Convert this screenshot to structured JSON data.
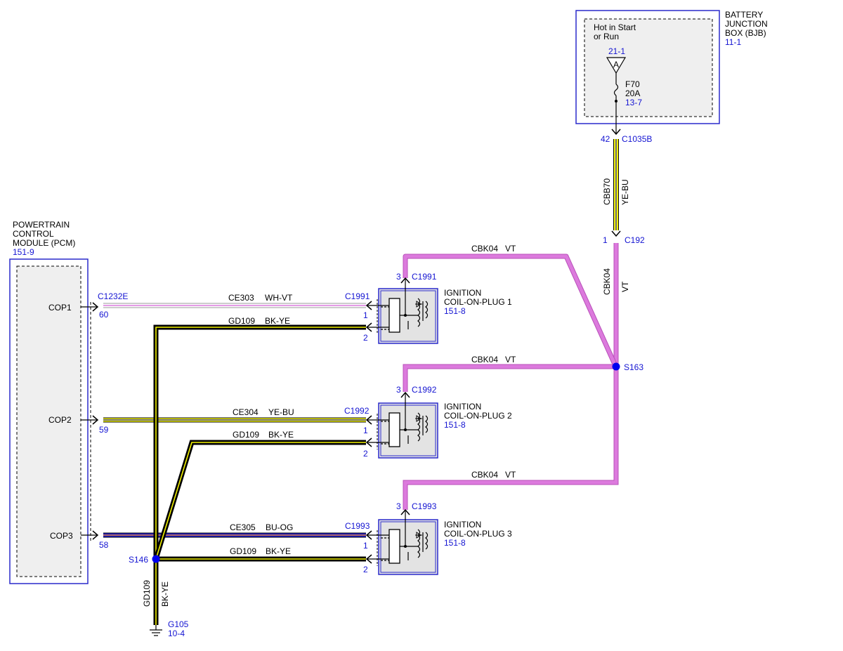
{
  "colors": {
    "ref_text": "#1414d2",
    "module_border": "#2a2acc",
    "module_fill": "#efefef",
    "violet": "#dc7add",
    "violet_dark": "#b850b9",
    "yellow": "#f2f200",
    "black": "#000000",
    "blue": "#1e1ec8",
    "white_wire": "#ffffff",
    "splice": "#0000ee"
  },
  "bjb": {
    "title_lines": [
      "BATTERY",
      "JUNCTION",
      "BOX (BJB)"
    ],
    "ref": "11-1",
    "condition_lines": [
      "Hot in Start",
      "or Run"
    ],
    "feed_ref": "21-1",
    "feed_letter": "A",
    "fuse_name": "F70",
    "fuse_rating": "20A",
    "fuse_ref": "13-7",
    "pin": "42",
    "connector": "C1035B"
  },
  "pcm": {
    "title_lines": [
      "POWERTRAIN",
      "CONTROL",
      "MODULE (PCM)"
    ],
    "ref": "151-9",
    "connector": "C1232E",
    "pins": [
      {
        "name": "COP1",
        "pin": "60"
      },
      {
        "name": "COP2",
        "pin": "59"
      },
      {
        "name": "COP3",
        "pin": "58"
      }
    ]
  },
  "wires": {
    "feed": {
      "circuit": "CBB70",
      "color": "YE-BU"
    },
    "c192": {
      "pin": "1",
      "connector": "C192"
    },
    "vertical": {
      "circuit": "CBK04",
      "color": "VT"
    },
    "branch1": {
      "circuit": "CBK04",
      "color": "VT"
    },
    "branch2": {
      "circuit": "CBK04",
      "color": "VT"
    },
    "branch3": {
      "circuit": "CBK04",
      "color": "VT"
    },
    "signal1": {
      "circuit": "CE303",
      "color": "WH-VT"
    },
    "signal2": {
      "circuit": "CE304",
      "color": "YE-BU"
    },
    "signal3": {
      "circuit": "CE305",
      "color": "BU-OG"
    },
    "ground1": {
      "circuit": "GD109",
      "color": "BK-YE"
    },
    "ground2": {
      "circuit": "GD109",
      "color": "BK-YE"
    },
    "ground3": {
      "circuit": "GD109",
      "color": "BK-YE"
    },
    "ground_main": {
      "circuit": "GD109",
      "color": "BK-YE"
    }
  },
  "splices": {
    "s163": "S163",
    "s146": "S146"
  },
  "ground": {
    "name": "G105",
    "ref": "10-4"
  },
  "coils": [
    {
      "title_lines": [
        "IGNITION",
        "COIL-ON-PLUG 1"
      ],
      "ref": "151-8",
      "connector": "C1991",
      "pin_power": "3",
      "pin_signal": "1",
      "pin_ground": "2"
    },
    {
      "title_lines": [
        "IGNITION",
        "COIL-ON-PLUG 2"
      ],
      "ref": "151-8",
      "connector": "C1992",
      "pin_power": "3",
      "pin_signal": "1",
      "pin_ground": "2"
    },
    {
      "title_lines": [
        "IGNITION",
        "COIL-ON-PLUG 3"
      ],
      "ref": "151-8",
      "connector": "C1993",
      "pin_power": "3",
      "pin_signal": "1",
      "pin_ground": "2"
    }
  ]
}
